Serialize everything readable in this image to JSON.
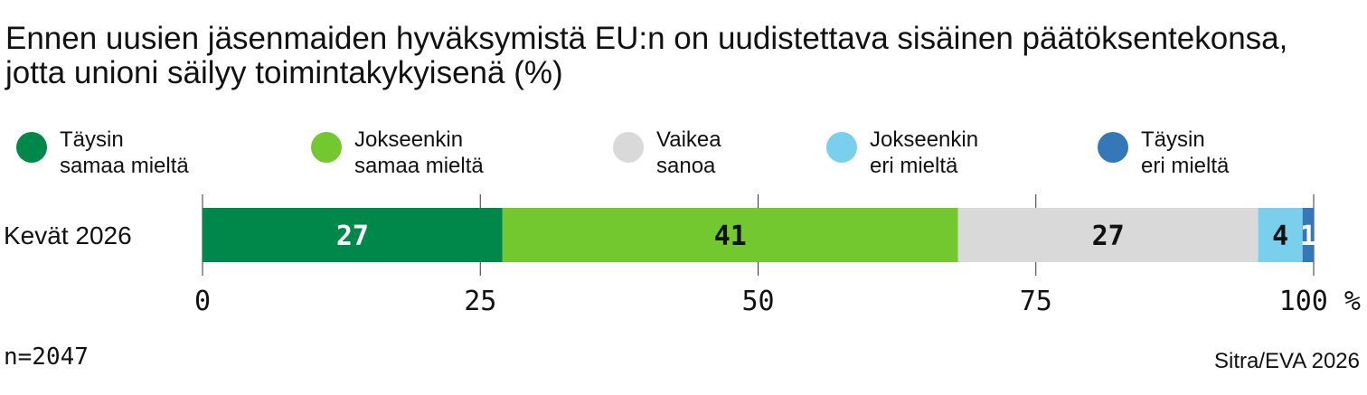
{
  "title": "Ennen uusien jäsenmaiden hyväksymistä EU:n on uudistettava sisäinen päätöksentekonsa, jotta unioni säilyy toimintakykyisenä (%)",
  "legend": [
    {
      "label": "Täysin\nsamaa mieltä",
      "color": "#00884a"
    },
    {
      "label": "Jokseenkin\nsamaa mieltä",
      "color": "#73c82f"
    },
    {
      "label": "Vaikea\nsanoa",
      "color": "#d9d9d9"
    },
    {
      "label": "Jokseenkin\neri mieltä",
      "color": "#7acfec"
    },
    {
      "label": "Täysin\neri mieltä",
      "color": "#3478b8"
    }
  ],
  "chart_data": {
    "type": "bar",
    "orientation": "horizontal",
    "stacked": true,
    "categories": [
      "Kevät 2026"
    ],
    "series": [
      {
        "name": "Täysin samaa mieltä",
        "values": [
          27
        ],
        "color": "#00884a",
        "label_color": "#ffffff"
      },
      {
        "name": "Jokseenkin samaa mieltä",
        "values": [
          41
        ],
        "color": "#73c82f",
        "label_color": "#111111"
      },
      {
        "name": "Vaikea sanoa",
        "values": [
          27
        ],
        "color": "#d9d9d9",
        "label_color": "#111111"
      },
      {
        "name": "Jokseenkin eri mieltä",
        "values": [
          4
        ],
        "color": "#7acfec",
        "label_color": "#111111"
      },
      {
        "name": "Täysin eri mieltä",
        "values": [
          1
        ],
        "color": "#3478b8",
        "label_color": "#ffffff"
      }
    ],
    "xlim": [
      0,
      100
    ],
    "xticks": [
      "0",
      "25",
      "50",
      "75",
      "100 %"
    ],
    "xtick_values": [
      0,
      25,
      50,
      75,
      100
    ],
    "grid": true,
    "legend_position": "top"
  },
  "footer": {
    "note": "n=2047",
    "source": "Sitra/EVA 2026"
  }
}
